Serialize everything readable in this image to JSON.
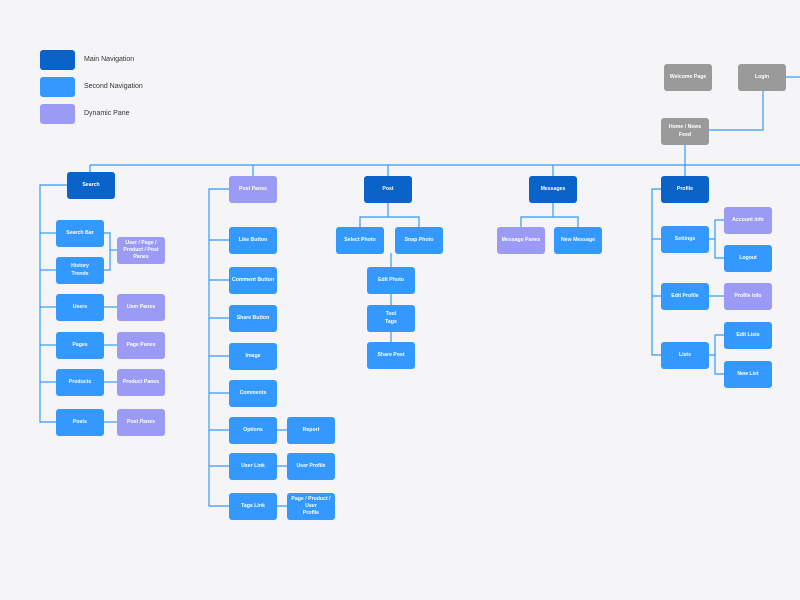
{
  "legend": {
    "main": "Main Navigation",
    "second": "Second Navigation",
    "dynamic": "Dynamic Pane"
  },
  "colors": {
    "main": "#0a63c9",
    "second": "#3399ff",
    "dynamic": "#9b9bf5",
    "gray": "#9a9a9a",
    "line": "#3399ff"
  },
  "top": {
    "welcome": "Welcome Page",
    "login": "Login",
    "home": "Home / News Feed"
  },
  "search": {
    "title": "Search",
    "search_bar": "Search Bar",
    "history": "History\nTrends",
    "user_page": "User / Page /\nProduct / Post Panes",
    "users": "Users",
    "user_panes": "User Panes",
    "pages": "Pages",
    "page_panes": "Page Panes",
    "products": "Products",
    "product_panes": "Product Panes",
    "posts": "Posts",
    "post_panes": "Post Panes"
  },
  "postpanes": {
    "title": "Post Panes",
    "like": "Like Button",
    "comment": "Comment Button",
    "share": "Share Button",
    "image": "Image",
    "comments": "Comments",
    "options": "Options",
    "report": "Report",
    "user_link": "User Link",
    "user_profile": "User Profile",
    "tags_link": "Tags Link",
    "tags_target": "Page / Product / User\nProfile"
  },
  "post": {
    "title": "Post",
    "select": "Select Photo",
    "snap": "Snap Photo",
    "edit": "Edit Photo",
    "tags": "Tool\nTags",
    "share": "Share Post"
  },
  "messages": {
    "title": "Messages",
    "panes": "Message Panes",
    "new": "New Message"
  },
  "profile": {
    "title": "Profile",
    "settings": "Settings",
    "account": "Account info",
    "logout": "Logout",
    "edit": "Edit Profile",
    "info": "Profile info",
    "lists": "Lists",
    "edit_lists": "Edit Lists",
    "new_list": "New List"
  }
}
